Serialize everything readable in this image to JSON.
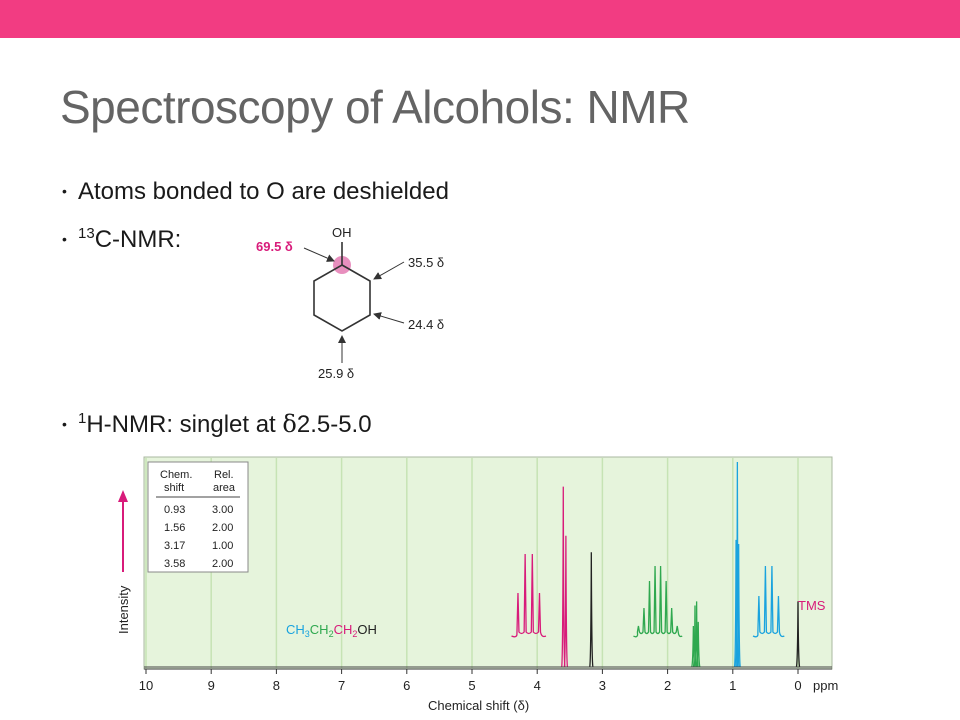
{
  "slide": {
    "title": "Spectroscopy of Alcohols: NMR",
    "accent_color": "#f23c82",
    "bullet_glyph": "•",
    "bullets": {
      "b1": {
        "text": "Atoms bonded to O are deshielded"
      },
      "b2": {
        "sup": "13",
        "text": "C-NMR:"
      },
      "b3": {
        "sup": "1",
        "text_pre": "H-NMR: singlet at ",
        "symbol": "δ",
        "text_post": "2.5-5.0"
      }
    }
  },
  "molecule": {
    "group": "OH",
    "shifts": {
      "c1": "69.5 δ",
      "c2": "35.5 δ",
      "c3": "24.4 δ",
      "c4": "25.9 δ"
    },
    "highlight_color": "#e06aa8"
  },
  "chart_data": {
    "type": "line",
    "xlabel": "Chemical shift (δ)",
    "ylabel": "Intensity",
    "x_unit": "ppm",
    "xlim": [
      10,
      0
    ],
    "x_ticks": [
      "10",
      "9",
      "8",
      "7",
      "6",
      "5",
      "4",
      "3",
      "2",
      "1",
      "0"
    ],
    "grid": true,
    "background_color": "#e6f4dc",
    "molecule_label": {
      "parts": [
        {
          "text": "CH",
          "color": "#1aa3de"
        },
        {
          "text": "3",
          "color": "#1aa3de",
          "sub": true
        },
        {
          "text": "CH",
          "color": "#2fa84f"
        },
        {
          "text": "2",
          "color": "#2fa84f",
          "sub": true
        },
        {
          "text": "CH",
          "color": "#d81b7a"
        },
        {
          "text": "2",
          "color": "#d81b7a",
          "sub": true
        },
        {
          "text": "OH",
          "color": "#222222"
        }
      ]
    },
    "table": {
      "headers": [
        [
          "Chem.",
          "shift"
        ],
        [
          "Rel.",
          "area"
        ]
      ],
      "rows": [
        [
          "0.93",
          "3.00"
        ],
        [
          "1.56",
          "2.00"
        ],
        [
          "3.17",
          "1.00"
        ],
        [
          "3.58",
          "2.00"
        ]
      ]
    },
    "series": [
      {
        "color": "#222222",
        "peaks": [
          {
            "x": 0.0,
            "h": 0.32
          }
        ]
      },
      {
        "color": "#1aa3de",
        "peaks": [
          {
            "x": 0.91,
            "h": 0.6
          },
          {
            "x": 0.93,
            "h": 1.0
          },
          {
            "x": 0.95,
            "h": 0.62
          }
        ]
      },
      {
        "color": "#2fa84f",
        "peaks": [
          {
            "x": 1.53,
            "h": 0.22
          },
          {
            "x": 1.555,
            "h": 0.32
          },
          {
            "x": 1.58,
            "h": 0.3
          },
          {
            "x": 1.605,
            "h": 0.2
          }
        ]
      },
      {
        "color": "#222222",
        "peaks": [
          {
            "x": 3.17,
            "h": 0.56
          }
        ]
      },
      {
        "color": "#d81b7a",
        "peaks": [
          {
            "x": 3.56,
            "h": 0.64
          },
          {
            "x": 3.6,
            "h": 0.88
          }
        ]
      },
      {
        "insets": true,
        "color_key": "inset"
      }
    ],
    "insets": [
      {
        "color": "#1aa3de",
        "center": 0.45,
        "spacing": 0.1,
        "heights": [
          0.28,
          0.48,
          0.48,
          0.28
        ]
      },
      {
        "color": "#2fa84f",
        "center": 2.15,
        "spacing": 0.085,
        "heights": [
          0.08,
          0.2,
          0.38,
          0.48,
          0.48,
          0.38,
          0.2,
          0.08
        ]
      },
      {
        "color": "#d81b7a",
        "center": 4.13,
        "spacing": 0.11,
        "heights": [
          0.3,
          0.56,
          0.56,
          0.3
        ]
      }
    ],
    "annotation": {
      "text": "TMS",
      "color": "#d81b7a"
    }
  }
}
